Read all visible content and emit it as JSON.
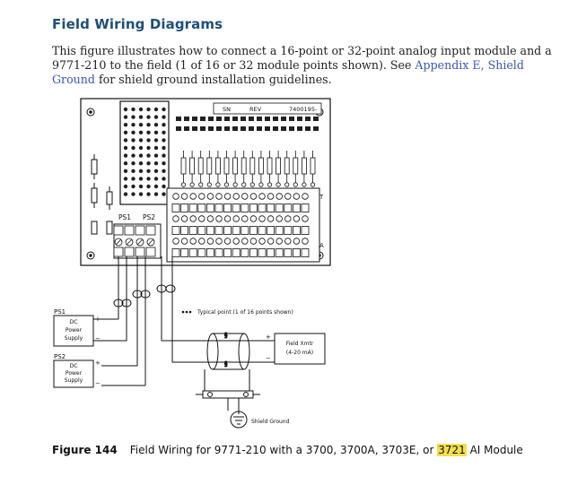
{
  "section_heading": "Field Wiring Diagrams",
  "intro": {
    "text_before": "This figure illustrates how to connect a 16-point or 32-point analog input module and a 9771-210 to the field (1 of 16 or 32 module points shown). See ",
    "link_text": "Appendix E, Shield Ground",
    "text_after": " for shield ground installation guidelines."
  },
  "diagram": {
    "board_rev_label": "7400195-",
    "board_rev_text": "REV",
    "board_sn_text": "SN",
    "ps1_label": "PS1",
    "ps2_label": "PS2",
    "supply1_tag": "PS1",
    "supply2_tag": "PS2",
    "supply_text": [
      "DC",
      "Power",
      "Supply"
    ],
    "plus": "+",
    "minus": "−",
    "typical_note": "Typical point (1 of 16 points shown)",
    "field_xmtr_line1": "Field Xmtr",
    "field_xmtr_line2": "(4-20 mA)",
    "shield_ground": "Shield Ground",
    "row_label_t": "T",
    "row_label_a": "A"
  },
  "caption": {
    "number": "Figure 144",
    "text_before": "Field Wiring for 9771-210 with a 3700, 3700A, 3703E, or ",
    "highlight": "3721",
    "text_after": " AI Module"
  }
}
